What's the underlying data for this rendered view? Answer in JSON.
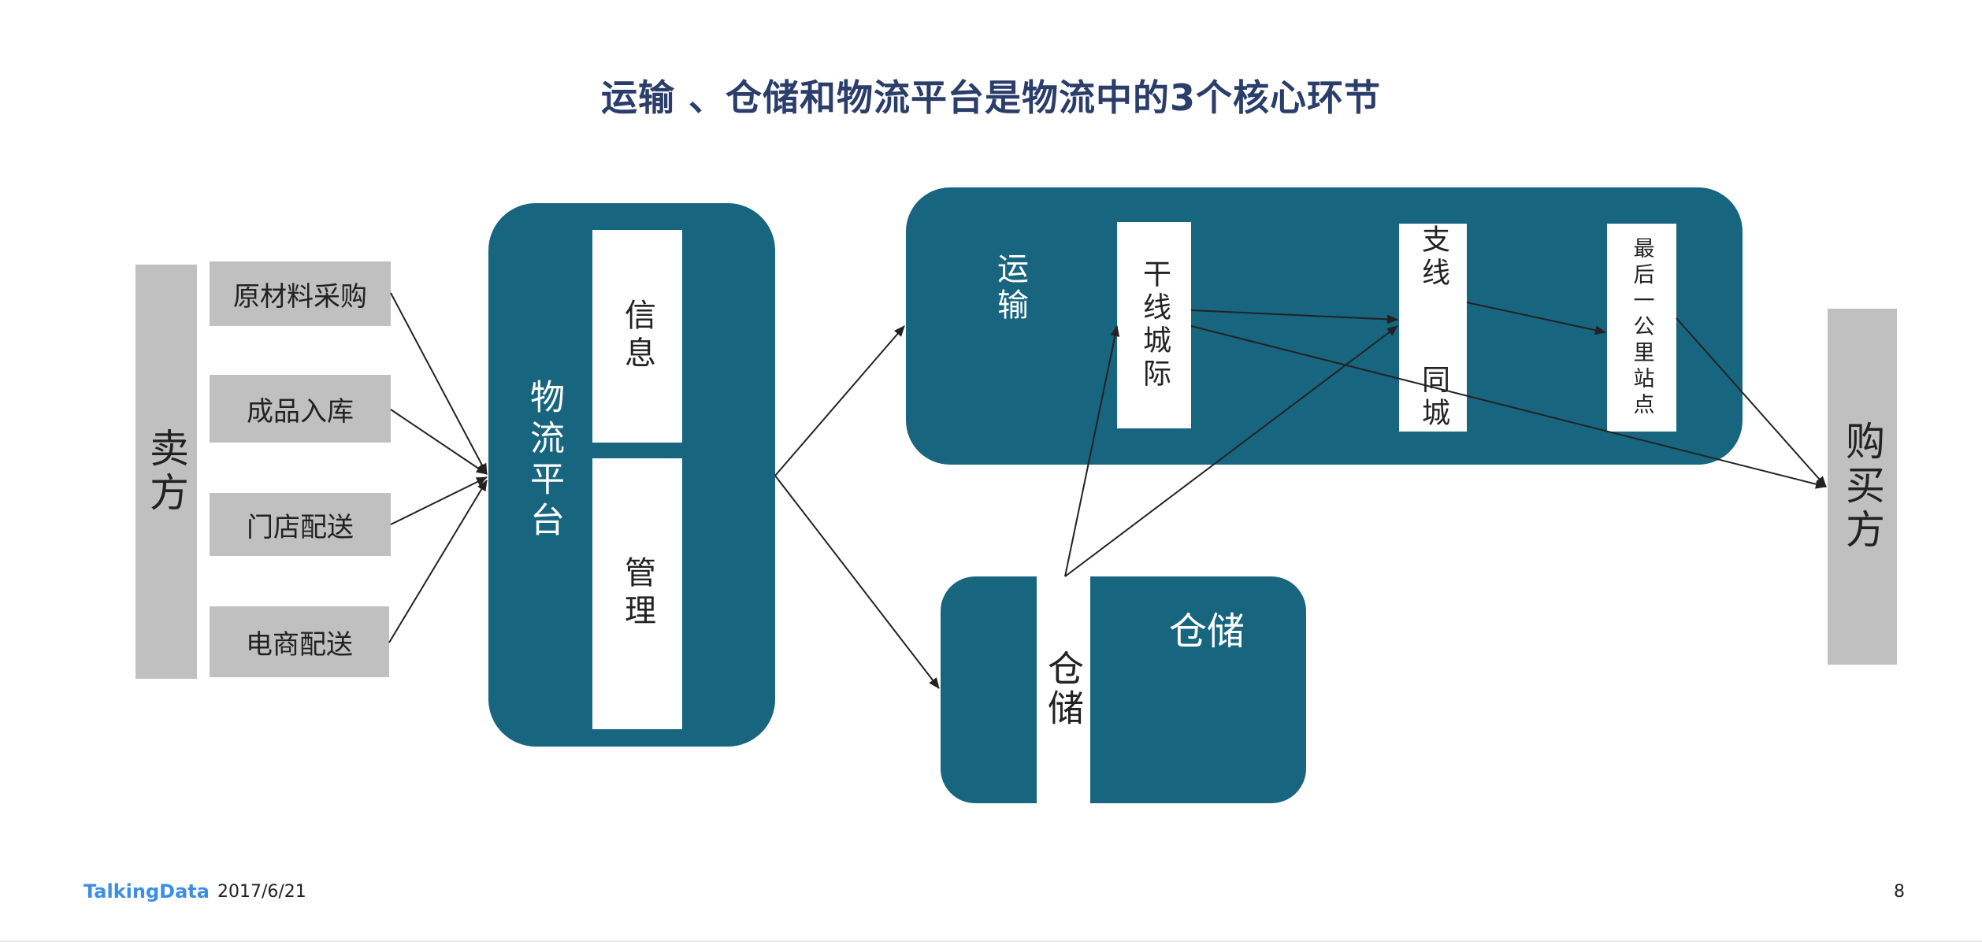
{
  "title": "运输 、仓储和物流平台是物流中的3个核心环节",
  "seller": {
    "label": "卖方"
  },
  "sources": [
    {
      "label": "原材料采购"
    },
    {
      "label": "成品入库"
    },
    {
      "label": "门店配送"
    },
    {
      "label": "电商配送"
    }
  ],
  "platform": {
    "label": "物流平台",
    "info": "信息",
    "management": "管理"
  },
  "transport": {
    "label": "运输",
    "trunk": "干线城际",
    "branch": "支线  同城",
    "last_mile": "最后一公里站点"
  },
  "warehouse": {
    "label": "仓储",
    "inner": "仓储"
  },
  "buyer": {
    "label": "购买方"
  },
  "footer": {
    "brand": "TalkingData",
    "date": "2017/6/21",
    "page": "8"
  },
  "colors": {
    "teal": "#17657f",
    "gray_box": "#c0c0c0",
    "title": "#2b3d6b",
    "brand": "#3a8ee6"
  }
}
